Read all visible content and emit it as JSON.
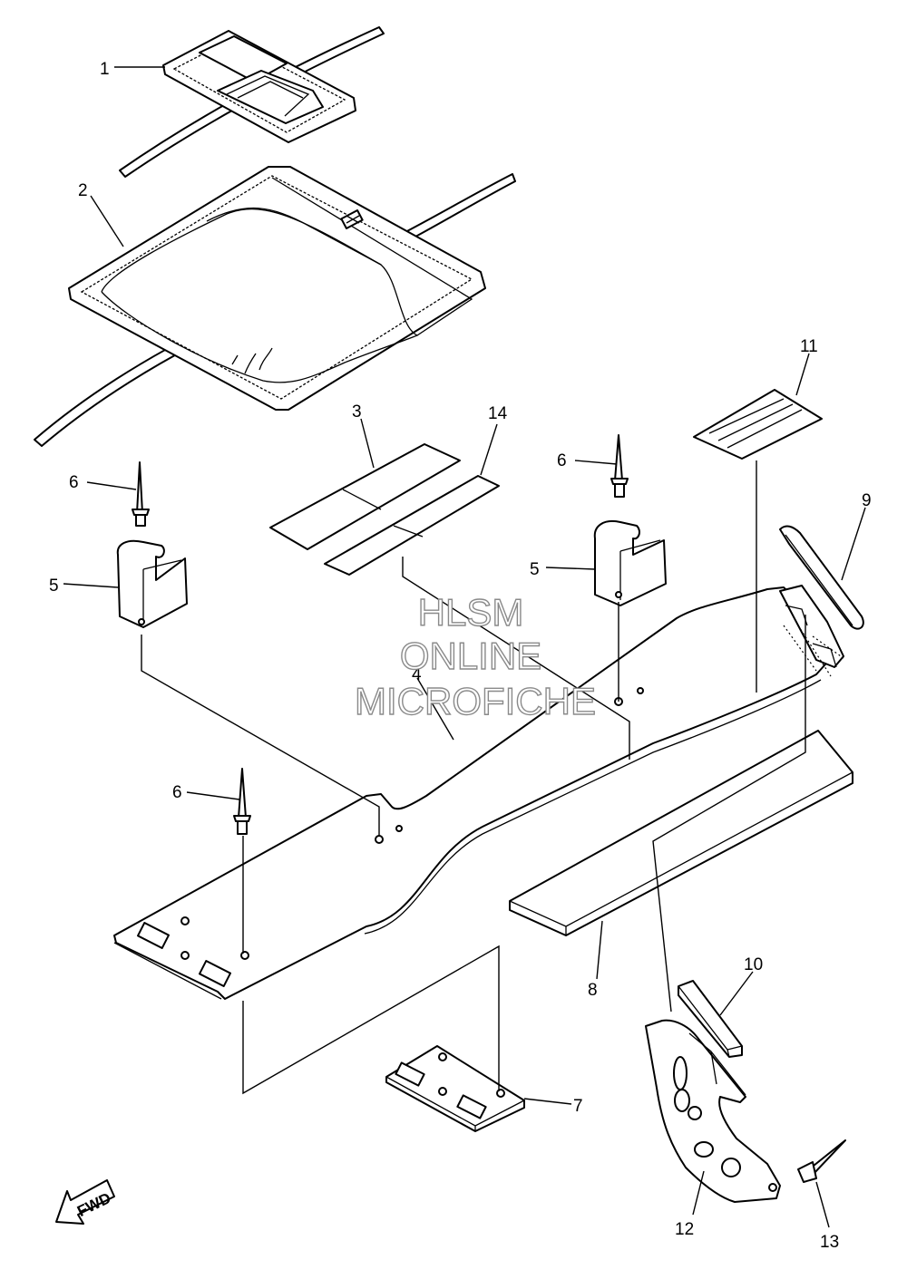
{
  "diagram": {
    "callouts": {
      "p1": "1",
      "p2": "2",
      "p3": "3",
      "p4": "4",
      "p5a": "5",
      "p5b": "5",
      "p6a": "6",
      "p6b": "6",
      "p6c": "6",
      "p7": "7",
      "p8": "8",
      "p9": "9",
      "p10": "10",
      "p11": "11",
      "p12": "12",
      "p13": "13",
      "p14": "14"
    },
    "watermark": {
      "line1": "HLSM",
      "line2": "ONLINE",
      "line3": "MICROFICHE"
    },
    "direction_arrow": "FWD"
  }
}
